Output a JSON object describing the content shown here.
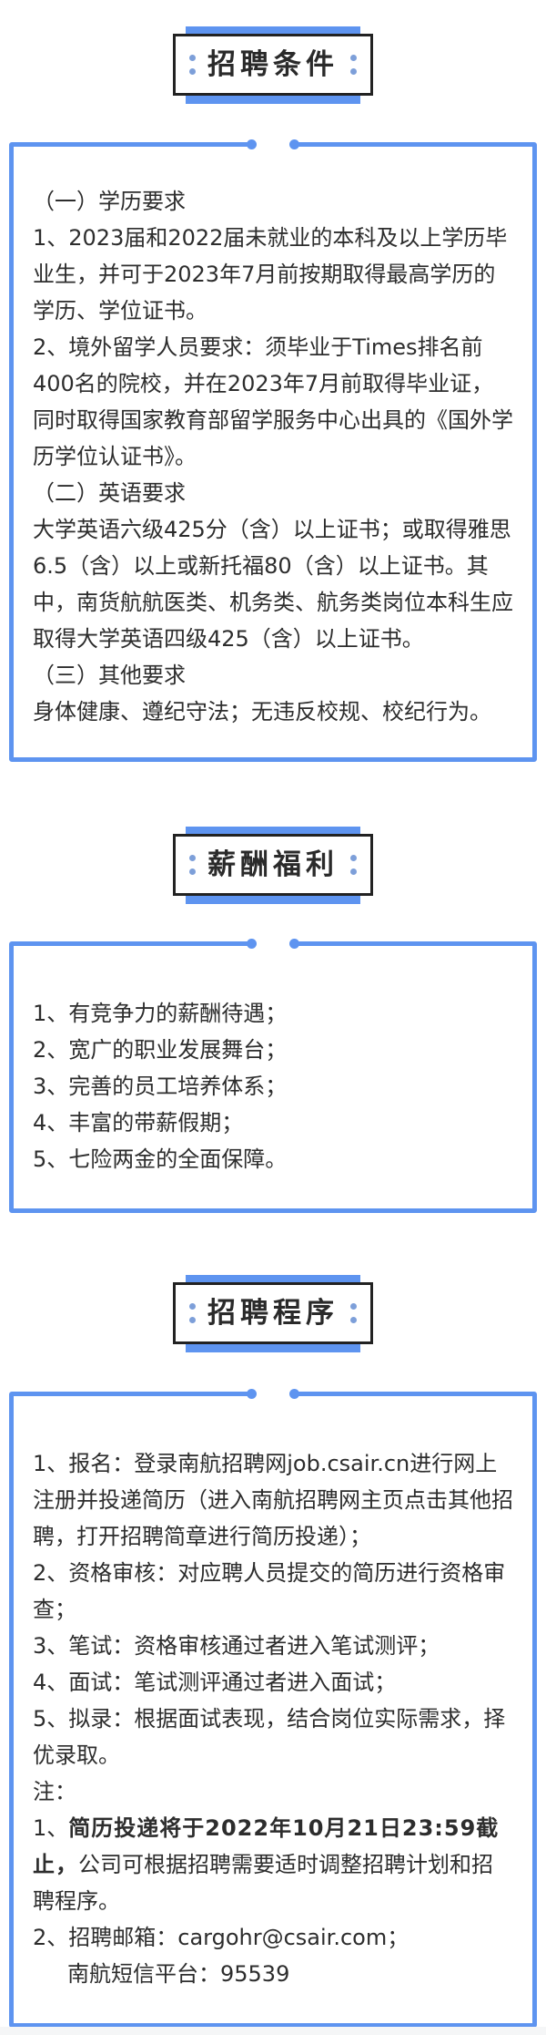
{
  "theme": {
    "accent": "#5E94F0",
    "muted_dot": "#7D9FD9",
    "header_border": "#222222",
    "text_color": "#2D2D2D",
    "bottom_strip": "#F5F6F7"
  },
  "sections": [
    {
      "id": "conditions",
      "title": "招聘条件",
      "paragraphs": [
        {
          "runs": [
            {
              "text": "（一）学历要求",
              "bold": false
            }
          ],
          "indent": false
        },
        {
          "runs": [
            {
              "text": "1、2023届和2022届未就业的本科及以上学历毕业生，并可于2023年7月前按期取得最高学历的学历、学位证书。",
              "bold": false
            }
          ],
          "indent": false
        },
        {
          "runs": [
            {
              "text": "2、境外留学人员要求：须毕业于Times排名前400名的院校，并在2023年7月前取得毕业证，同时取得国家教育部留学服务中心出具的《国外学历学位认证书》。",
              "bold": false
            }
          ],
          "indent": false
        },
        {
          "runs": [
            {
              "text": "（二）英语要求",
              "bold": false
            }
          ],
          "indent": false
        },
        {
          "runs": [
            {
              "text": "大学英语六级425分（含）以上证书；或取得雅思6.5（含）以上或新托福80（含）以上证书。其中，南货航航医类、机务类、航务类岗位本科生应取得大学英语四级425（含）以上证书。",
              "bold": false
            }
          ],
          "indent": false
        },
        {
          "runs": [
            {
              "text": "（三）其他要求",
              "bold": false
            }
          ],
          "indent": false
        },
        {
          "runs": [
            {
              "text": "身体健康、遵纪守法；无违反校规、校纪行为。",
              "bold": false
            }
          ],
          "indent": false
        }
      ]
    },
    {
      "id": "benefits",
      "title": "薪酬福利",
      "paragraphs": [
        {
          "runs": [
            {
              "text": "1、有竞争力的薪酬待遇；",
              "bold": false
            }
          ],
          "indent": false
        },
        {
          "runs": [
            {
              "text": "2、宽广的职业发展舞台；",
              "bold": false
            }
          ],
          "indent": false
        },
        {
          "runs": [
            {
              "text": "3、完善的员工培养体系；",
              "bold": false
            }
          ],
          "indent": false
        },
        {
          "runs": [
            {
              "text": "4、丰富的带薪假期；",
              "bold": false
            }
          ],
          "indent": false
        },
        {
          "runs": [
            {
              "text": "5、七险两金的全面保障。",
              "bold": false
            }
          ],
          "indent": false
        }
      ]
    },
    {
      "id": "procedure",
      "title": "招聘程序",
      "paragraphs": [
        {
          "runs": [
            {
              "text": "1、报名：登录南航招聘网job.csair.cn进行网上注册并投递简历（进入南航招聘网主页点击其他招聘，打开招聘简章进行简历投递）；",
              "bold": false
            }
          ],
          "indent": false
        },
        {
          "runs": [
            {
              "text": "2、资格审核：对应聘人员提交的简历进行资格审查；",
              "bold": false
            }
          ],
          "indent": false
        },
        {
          "runs": [
            {
              "text": "3、笔试：资格审核通过者进入笔试测评；",
              "bold": false
            }
          ],
          "indent": false
        },
        {
          "runs": [
            {
              "text": "4、面试：笔试测评通过者进入面试；",
              "bold": false
            }
          ],
          "indent": false
        },
        {
          "runs": [
            {
              "text": "5、拟录：根据面试表现，结合岗位实际需求，择优录取。",
              "bold": false
            }
          ],
          "indent": false
        },
        {
          "runs": [
            {
              "text": "注：",
              "bold": false
            }
          ],
          "indent": false
        },
        {
          "runs": [
            {
              "text": "1、",
              "bold": false
            },
            {
              "text": "简历投递将于2022年10月21日23:59截止，",
              "bold": true
            },
            {
              "text": "公司可根据招聘需要适时调整招聘计划和招聘程序。",
              "bold": false
            }
          ],
          "indent": false
        },
        {
          "runs": [
            {
              "text": "2、招聘邮箱：cargohr@csair.com；",
              "bold": false
            }
          ],
          "indent": false
        },
        {
          "runs": [
            {
              "text": "南航短信平台：95539",
              "bold": false
            }
          ],
          "indent": true
        }
      ]
    }
  ]
}
